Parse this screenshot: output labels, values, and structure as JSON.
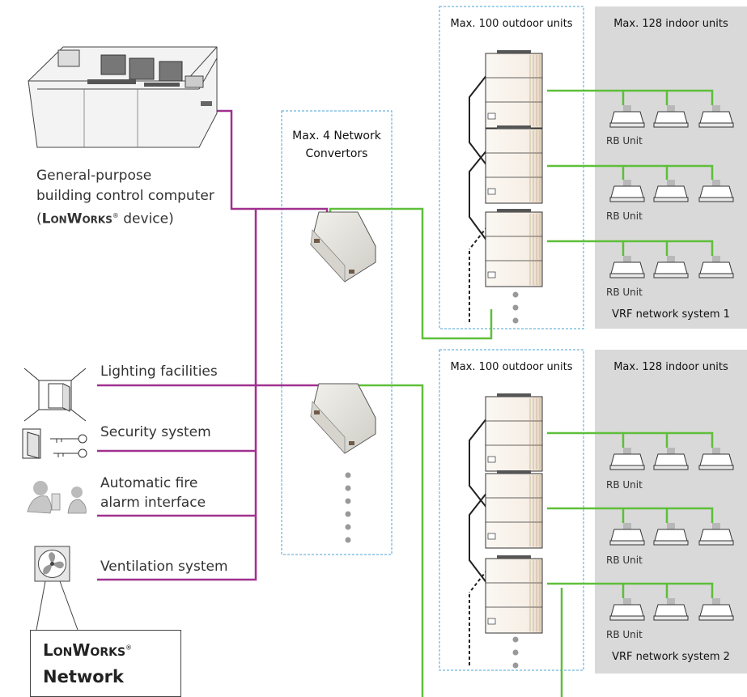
{
  "computer": {
    "line1": "General-purpose",
    "line2": "building control computer",
    "line3_open": "(",
    "line3_brand": "LonWorks",
    "line3_reg": "®",
    "line3_rest": " device)"
  },
  "devices": [
    {
      "label": "Lighting  facilities",
      "icon": "room-door-icon"
    },
    {
      "label": "Security system",
      "icon": "door-key-icon"
    },
    {
      "label": "Automatic fire",
      "label2": "alarm interface",
      "icon": "people-at-desk-icon"
    },
    {
      "label": "Ventilation system",
      "icon": "ventilation-fan-icon"
    }
  ],
  "network_box": {
    "brand": "LonWorks",
    "reg": "®",
    "word": "Network"
  },
  "convertors": {
    "title1": "Max. 4 Network",
    "title2": "Convertors"
  },
  "systems": [
    {
      "outdoor_header": "Max. 100 outdoor units",
      "indoor_header": "Max. 128 indoor units",
      "rb_labels": [
        "RB Unit",
        "RB Unit",
        "RB Unit"
      ],
      "system_label": "VRF network system 1"
    },
    {
      "outdoor_header": "Max. 100 outdoor units",
      "indoor_header": "Max. 128 indoor units",
      "rb_labels": [
        "RB Unit",
        "RB Unit",
        "RB Unit"
      ],
      "system_label": "VRF network system 2"
    }
  ],
  "colors": {
    "lonworks_line": "#a0308f",
    "vrf_line": "#5ebf3a",
    "dashed_box": "#4aa3d6",
    "indoor_panel": "#d9d9d9"
  }
}
